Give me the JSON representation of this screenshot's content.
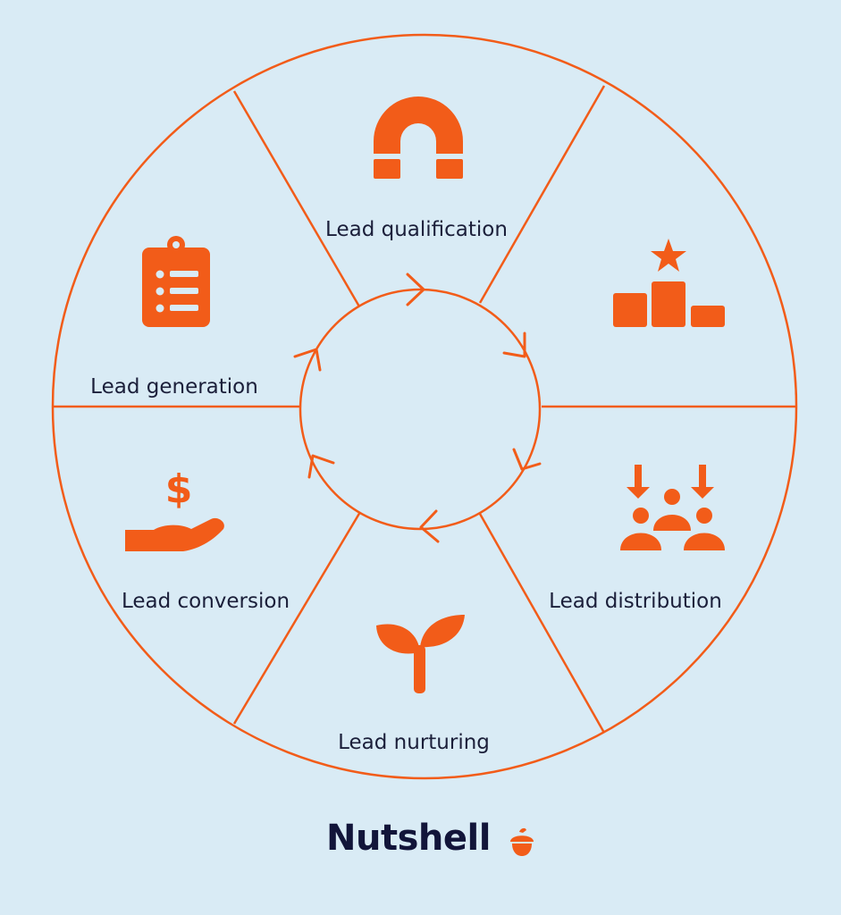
{
  "diagram": {
    "segments": [
      {
        "label": "Lead qualification",
        "icon": "magnet-icon"
      },
      {
        "label": "",
        "icon": "podium-star-icon"
      },
      {
        "label": "Lead distribution",
        "icon": "people-arrows-icon"
      },
      {
        "label": "Lead nurturing",
        "icon": "sprout-icon"
      },
      {
        "label": "Lead conversion",
        "icon": "hand-dollar-icon"
      },
      {
        "label": "Lead generation",
        "icon": "clipboard-list-icon"
      }
    ],
    "cycle": "clockwise-arrows"
  },
  "brand": {
    "name": "Nutshell",
    "logo_icon": "acorn-icon"
  },
  "colors": {
    "background": "#d9ebf5",
    "accent": "#f25c19",
    "text": "#1b1f3a",
    "brand_text": "#12153a"
  }
}
